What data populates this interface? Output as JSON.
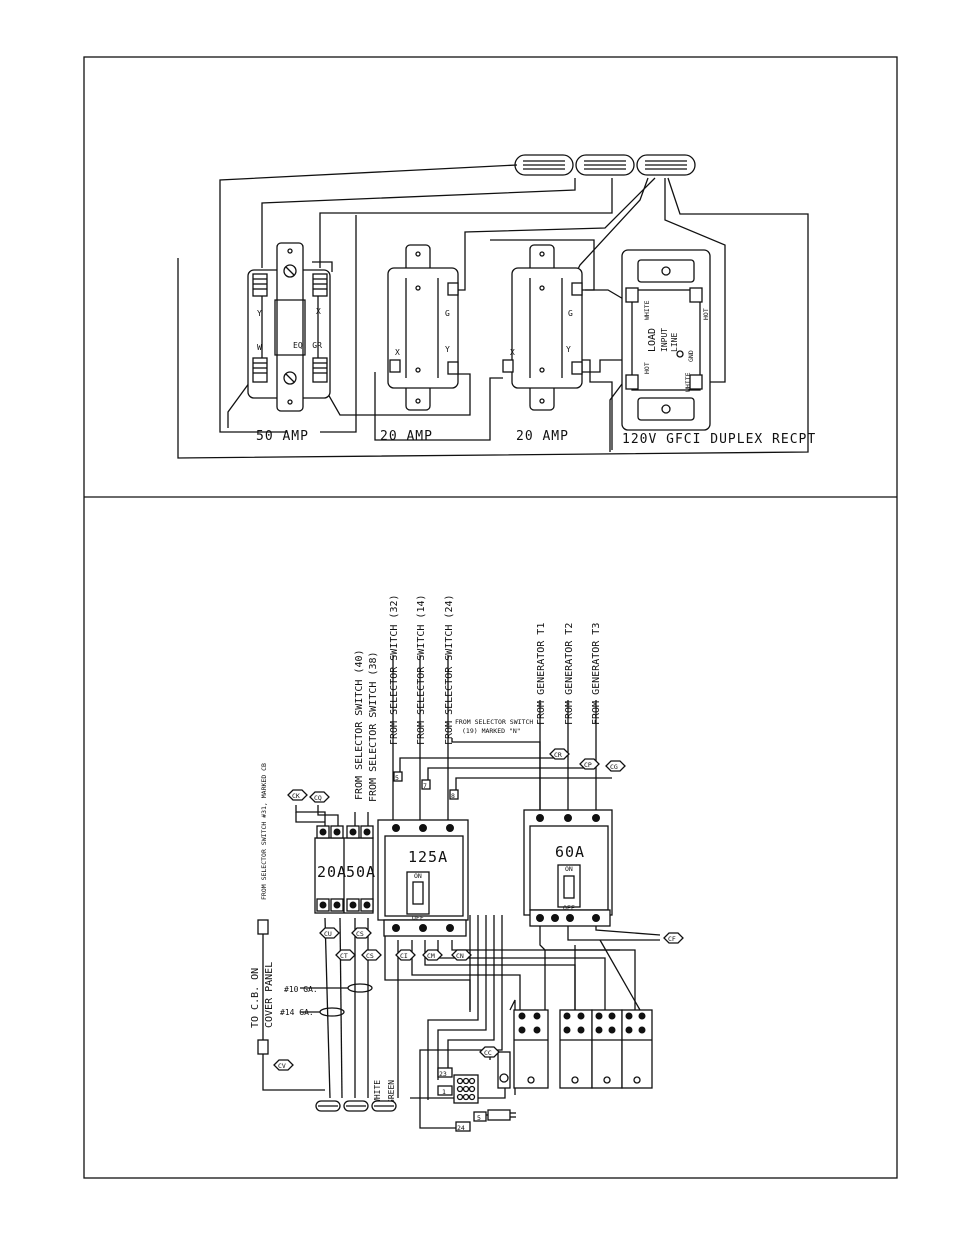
{
  "top_diagram": {
    "labels": {
      "amp50": "50 AMP",
      "amp20a": "20 AMP",
      "amp20b": "20 AMP",
      "gfci": "120V GFCI DUPLEX RECPT"
    },
    "terminals_50a": {
      "y": "Y",
      "x": "X",
      "w": "W",
      "eqgr": "EQ. GR"
    },
    "terminals_20a": {
      "g1": "G",
      "x1": "X",
      "y1": "Y",
      "g2": "G",
      "x2": "X",
      "y2": "Y"
    },
    "gfci_terminals": {
      "load": "LOAD",
      "line": "LINE",
      "input": "INPUT",
      "hot1": "HOT",
      "hot2": "HOT",
      "white1": "WHITE",
      "white2": "WHITE",
      "gnd": "GND"
    }
  },
  "bottom_diagram": {
    "breakers": {
      "b20": "20A",
      "b50": "50A",
      "b125": "125A",
      "b60": "60A",
      "on": "ON",
      "off": "OFF"
    },
    "wires": {
      "ss40": "FROM SELECTOR SWITCH (40)",
      "ss38": "FROM SELECTOR SWITCH (38)",
      "ss32": "FROM SELECTOR SWITCH (32)",
      "ss14": "FROM SELECTOR SWITCH (14)",
      "ss24": "FROM SELECTOR SWITCH (24)",
      "ss19a": "FROM SELECTOR SWITCH",
      "ss19b": "(19) MARKED \"N\"",
      "gt1": "FROM GENERATOR T1",
      "gt2": "FROM GENERATOR T2",
      "gt3": "FROM GENERATOR T3",
      "ss31": "FROM SELECTOR SWITCH #31, MARKED CB",
      "cb1": "TO C.B. ON",
      "cb2": "COVER PANEL",
      "ga10": "#10 GA.",
      "ga14": "#14 GA.",
      "white": "WHITE",
      "green": "GREEN"
    },
    "callouts": {
      "ck": "CK",
      "cq": "CQ",
      "cr": "CR",
      "cp": "CP",
      "cg": "CG",
      "cf": "CF",
      "cu": "CU",
      "ct": "CT",
      "cs": "CS",
      "ci": "CI",
      "cm": "CM",
      "cn": "CN",
      "cv": "CV",
      "cc": "CC"
    },
    "tags": {
      "t5": "5",
      "t7": "7",
      "t8": "8",
      "t23": "23",
      "t1": "1",
      "t5b": "5",
      "t24": "24"
    }
  }
}
